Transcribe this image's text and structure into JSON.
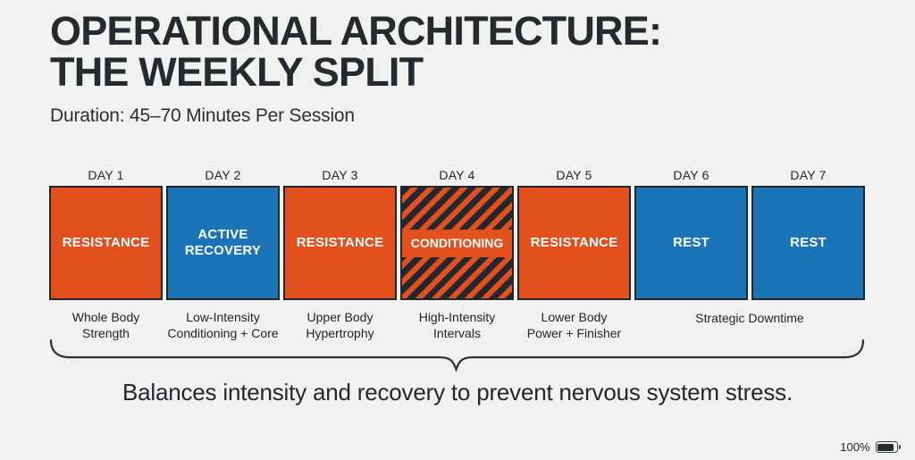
{
  "header": {
    "title_line1": "OPERATIONAL ARCHITECTURE:",
    "title_line2": "THE WEEKLY SPLIT",
    "subtitle": "Duration: 45–70 Minutes Per Session"
  },
  "colors": {
    "accent_orange": "#E2501E",
    "accent_blue": "#1B74B8",
    "stripe_dark": "#24272D",
    "text_dark": "#242A2E",
    "background": "#F1F1EF"
  },
  "week": {
    "days": [
      {
        "label": "DAY 1",
        "session": "RESISTANCE",
        "style": "orange",
        "detail": "Whole Body\nStrength"
      },
      {
        "label": "DAY 2",
        "session": "ACTIVE\nRECOVERY",
        "style": "blue",
        "detail": "Low-Intensity\nConditioning + Core"
      },
      {
        "label": "DAY 3",
        "session": "RESISTANCE",
        "style": "orange",
        "detail": "Upper Body\nHypertrophy"
      },
      {
        "label": "DAY 4",
        "session": "CONDITIONING",
        "style": "striped",
        "detail": "High-Intensity\nIntervals"
      },
      {
        "label": "DAY 5",
        "session": "RESISTANCE",
        "style": "orange",
        "detail": "Lower Body\nPower + Finisher"
      },
      {
        "label": "DAY 6",
        "session": "REST",
        "style": "blue",
        "detail": ""
      },
      {
        "label": "DAY 7",
        "session": "REST",
        "style": "blue",
        "detail": ""
      }
    ],
    "rest_detail": "Strategic Downtime"
  },
  "takeaway": "Balances intensity and recovery to prevent nervous system stress.",
  "status_bar": {
    "battery_percent": "100%",
    "battery_icon": "battery-full-icon"
  }
}
